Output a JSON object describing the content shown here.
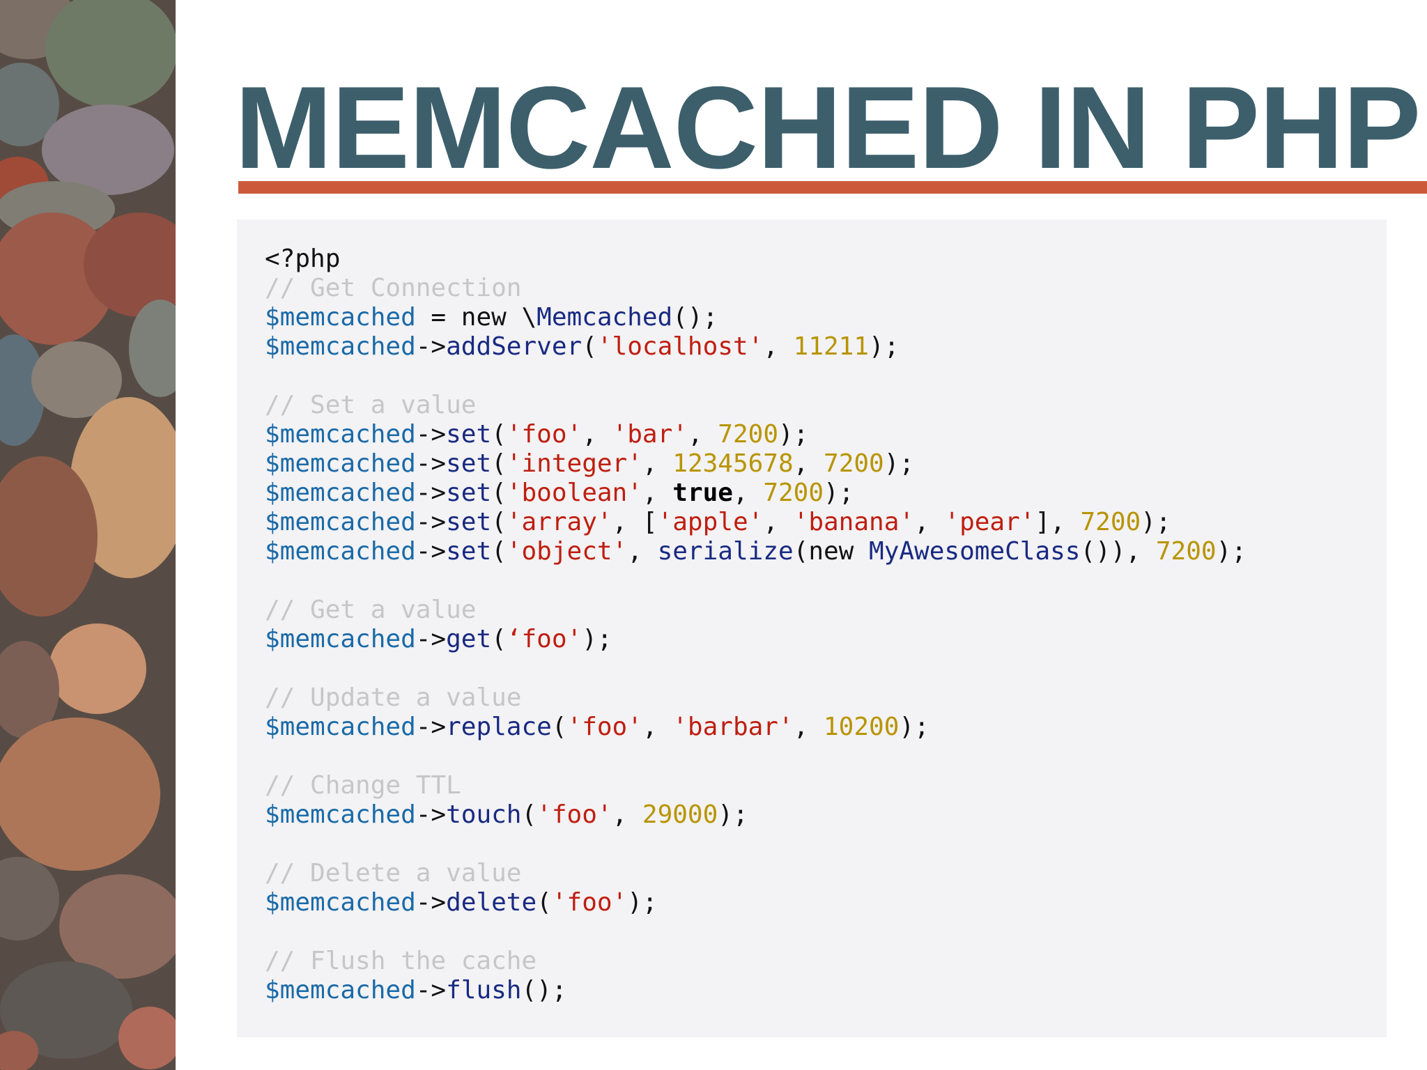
{
  "slide": {
    "title": "MEMCACHED IN PHP",
    "accent_color": "#cc5a3a",
    "title_color": "#3d5f6b",
    "panel_color": "#f3f2f4"
  },
  "code": {
    "lines": [
      [
        {
          "t": "<?php",
          "k": "pl"
        }
      ],
      [
        {
          "t": "// Get Connection",
          "k": "cmt"
        }
      ],
      [
        {
          "t": "$memcached",
          "k": "var"
        },
        {
          "t": " = new \\",
          "k": "pl"
        },
        {
          "t": "Memcached",
          "k": "fn"
        },
        {
          "t": "();",
          "k": "pl"
        }
      ],
      [
        {
          "t": "$memcached",
          "k": "var"
        },
        {
          "t": "->",
          "k": "pl"
        },
        {
          "t": "addServer",
          "k": "fn"
        },
        {
          "t": "(",
          "k": "pl"
        },
        {
          "t": "'localhost'",
          "k": "str"
        },
        {
          "t": ", ",
          "k": "pl"
        },
        {
          "t": "11211",
          "k": "num"
        },
        {
          "t": ");",
          "k": "pl"
        }
      ],
      [],
      [
        {
          "t": "// Set a value",
          "k": "cmt"
        }
      ],
      [
        {
          "t": "$memcached",
          "k": "var"
        },
        {
          "t": "->",
          "k": "pl"
        },
        {
          "t": "set",
          "k": "fn"
        },
        {
          "t": "(",
          "k": "pl"
        },
        {
          "t": "'foo'",
          "k": "str"
        },
        {
          "t": ", ",
          "k": "pl"
        },
        {
          "t": "'bar'",
          "k": "str"
        },
        {
          "t": ", ",
          "k": "pl"
        },
        {
          "t": "7200",
          "k": "num"
        },
        {
          "t": ");",
          "k": "pl"
        }
      ],
      [
        {
          "t": "$memcached",
          "k": "var"
        },
        {
          "t": "->",
          "k": "pl"
        },
        {
          "t": "set",
          "k": "fn"
        },
        {
          "t": "(",
          "k": "pl"
        },
        {
          "t": "'integer'",
          "k": "str"
        },
        {
          "t": ", ",
          "k": "pl"
        },
        {
          "t": "12345678",
          "k": "num"
        },
        {
          "t": ", ",
          "k": "pl"
        },
        {
          "t": "7200",
          "k": "num"
        },
        {
          "t": ");",
          "k": "pl"
        }
      ],
      [
        {
          "t": "$memcached",
          "k": "var"
        },
        {
          "t": "->",
          "k": "pl"
        },
        {
          "t": "set",
          "k": "fn"
        },
        {
          "t": "(",
          "k": "pl"
        },
        {
          "t": "'boolean'",
          "k": "str"
        },
        {
          "t": ", ",
          "k": "pl"
        },
        {
          "t": "true",
          "k": "kw"
        },
        {
          "t": ", ",
          "k": "pl"
        },
        {
          "t": "7200",
          "k": "num"
        },
        {
          "t": ");",
          "k": "pl"
        }
      ],
      [
        {
          "t": "$memcached",
          "k": "var"
        },
        {
          "t": "->",
          "k": "pl"
        },
        {
          "t": "set",
          "k": "fn"
        },
        {
          "t": "(",
          "k": "pl"
        },
        {
          "t": "'array'",
          "k": "str"
        },
        {
          "t": ", [",
          "k": "pl"
        },
        {
          "t": "'apple'",
          "k": "str"
        },
        {
          "t": ", ",
          "k": "pl"
        },
        {
          "t": "'banana'",
          "k": "str"
        },
        {
          "t": ", ",
          "k": "pl"
        },
        {
          "t": "'pear'",
          "k": "str"
        },
        {
          "t": "], ",
          "k": "pl"
        },
        {
          "t": "7200",
          "k": "num"
        },
        {
          "t": ");",
          "k": "pl"
        }
      ],
      [
        {
          "t": "$memcached",
          "k": "var"
        },
        {
          "t": "->",
          "k": "pl"
        },
        {
          "t": "set",
          "k": "fn"
        },
        {
          "t": "(",
          "k": "pl"
        },
        {
          "t": "'object'",
          "k": "str"
        },
        {
          "t": ", ",
          "k": "pl"
        },
        {
          "t": "serialize",
          "k": "fn"
        },
        {
          "t": "(new ",
          "k": "pl"
        },
        {
          "t": "MyAwesomeClass",
          "k": "fn"
        },
        {
          "t": "()), ",
          "k": "pl"
        },
        {
          "t": "7200",
          "k": "num"
        },
        {
          "t": ");",
          "k": "pl"
        }
      ],
      [],
      [
        {
          "t": "// Get a value",
          "k": "cmt"
        }
      ],
      [
        {
          "t": "$memcached",
          "k": "var"
        },
        {
          "t": "->",
          "k": "pl"
        },
        {
          "t": "get",
          "k": "fn"
        },
        {
          "t": "(",
          "k": "pl"
        },
        {
          "t": "‘foo'",
          "k": "str"
        },
        {
          "t": ");",
          "k": "pl"
        }
      ],
      [],
      [
        {
          "t": "// Update a value",
          "k": "cmt"
        }
      ],
      [
        {
          "t": "$memcached",
          "k": "var"
        },
        {
          "t": "->",
          "k": "pl"
        },
        {
          "t": "replace",
          "k": "fn"
        },
        {
          "t": "(",
          "k": "pl"
        },
        {
          "t": "'foo'",
          "k": "str"
        },
        {
          "t": ", ",
          "k": "pl"
        },
        {
          "t": "'barbar'",
          "k": "str"
        },
        {
          "t": ", ",
          "k": "pl"
        },
        {
          "t": "10200",
          "k": "num"
        },
        {
          "t": ");",
          "k": "pl"
        }
      ],
      [],
      [
        {
          "t": "// Change TTL",
          "k": "cmt"
        }
      ],
      [
        {
          "t": "$memcached",
          "k": "var"
        },
        {
          "t": "->",
          "k": "pl"
        },
        {
          "t": "touch",
          "k": "fn"
        },
        {
          "t": "(",
          "k": "pl"
        },
        {
          "t": "'foo'",
          "k": "str"
        },
        {
          "t": ", ",
          "k": "pl"
        },
        {
          "t": "29000",
          "k": "num"
        },
        {
          "t": ");",
          "k": "pl"
        }
      ],
      [],
      [
        {
          "t": "// Delete a value",
          "k": "cmt"
        }
      ],
      [
        {
          "t": "$memcached",
          "k": "var"
        },
        {
          "t": "->",
          "k": "pl"
        },
        {
          "t": "delete",
          "k": "fn"
        },
        {
          "t": "(",
          "k": "pl"
        },
        {
          "t": "'foo'",
          "k": "str"
        },
        {
          "t": ");",
          "k": "pl"
        }
      ],
      [],
      [
        {
          "t": "// Flush the cache",
          "k": "cmt"
        }
      ],
      [
        {
          "t": "$memcached",
          "k": "var"
        },
        {
          "t": "->",
          "k": "pl"
        },
        {
          "t": "flush",
          "k": "fn"
        },
        {
          "t": "();",
          "k": "pl"
        }
      ]
    ]
  }
}
